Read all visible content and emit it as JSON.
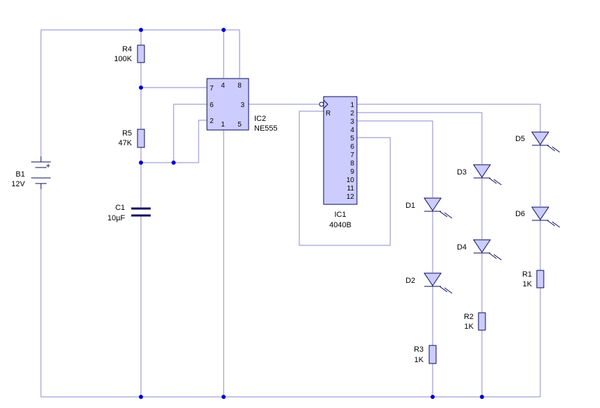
{
  "battery": {
    "ref": "B1",
    "value": "12V",
    "polarity": "+"
  },
  "resistors": [
    {
      "ref": "R4",
      "value": "100K"
    },
    {
      "ref": "R5",
      "value": "47K"
    },
    {
      "ref": "R3",
      "value": "1K"
    },
    {
      "ref": "R2",
      "value": "1K"
    },
    {
      "ref": "R1",
      "value": "1K"
    }
  ],
  "capacitor": {
    "ref": "C1",
    "value": "10µF"
  },
  "ic555": {
    "ref": "IC2",
    "part": "NE555",
    "pins": [
      "4",
      "8",
      "7",
      "6",
      "3",
      "2",
      "1",
      "5"
    ]
  },
  "ic4040": {
    "ref": "IC1",
    "part": "4040B",
    "reset_label": "R",
    "outputs": [
      "1",
      "2",
      "3",
      "4",
      "5",
      "6",
      "7",
      "8",
      "9",
      "10",
      "11",
      "12"
    ]
  },
  "leds": [
    {
      "ref": "D1"
    },
    {
      "ref": "D2"
    },
    {
      "ref": "D3"
    },
    {
      "ref": "D4"
    },
    {
      "ref": "D5"
    },
    {
      "ref": "D6"
    }
  ],
  "colors": {
    "wire": "#8888cc",
    "component_fill": "#ccccff",
    "outline": "#0a0a5a",
    "junction": "#0000cc"
  }
}
